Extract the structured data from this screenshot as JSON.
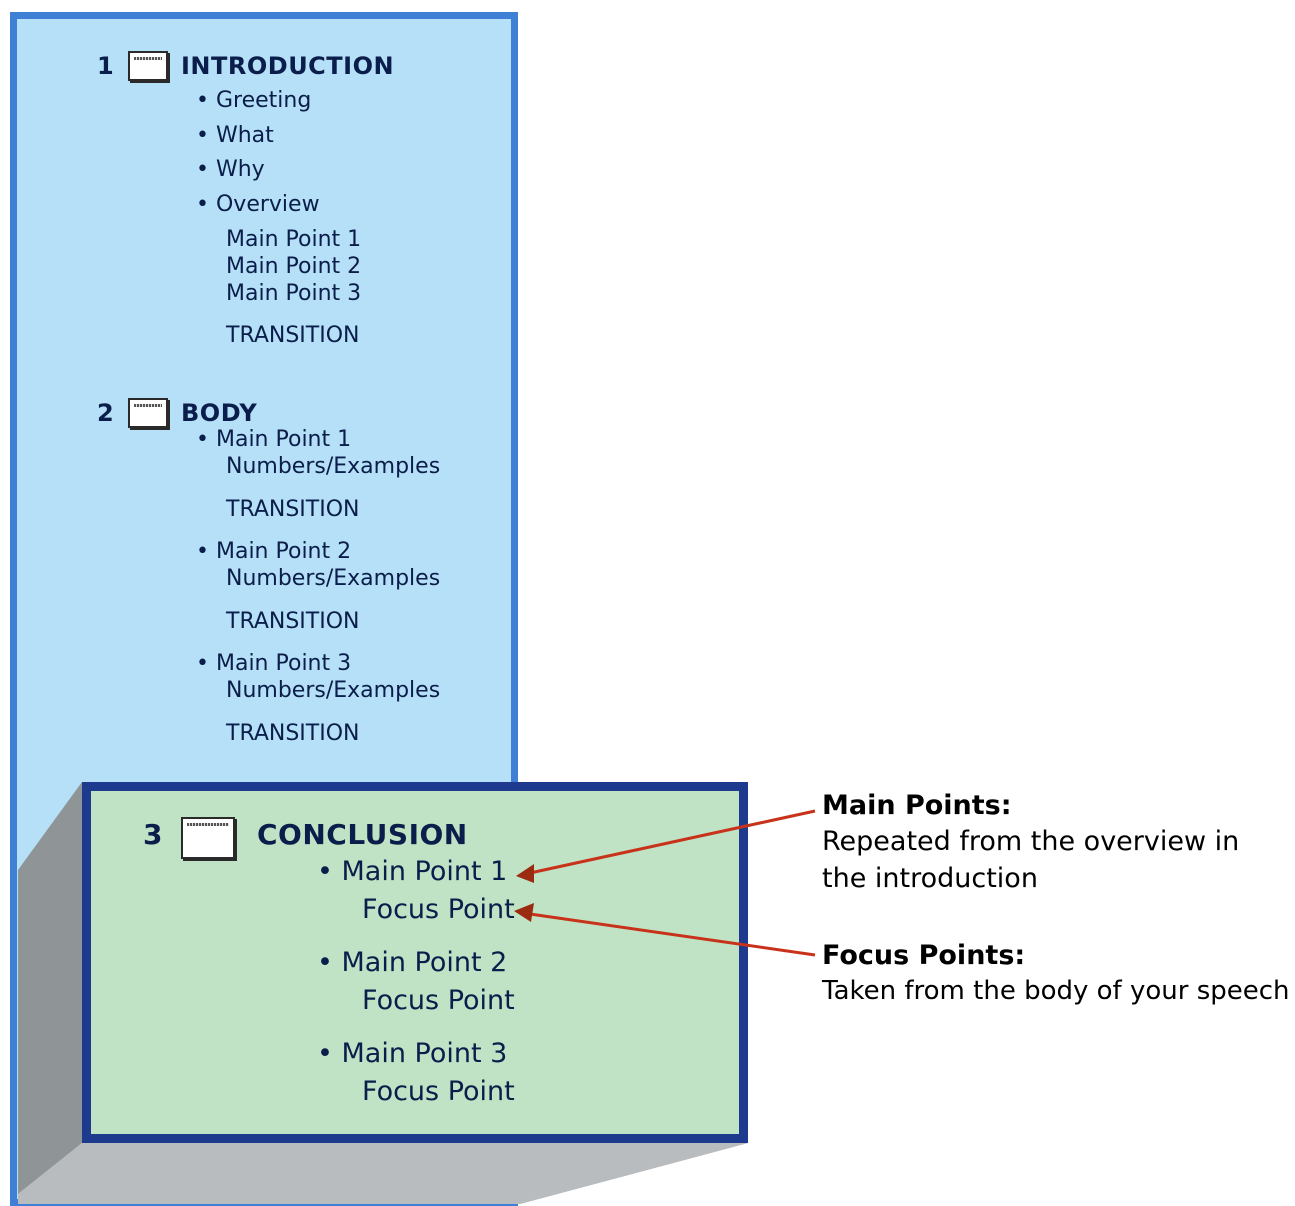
{
  "introduction": {
    "number": "1",
    "title": "INTRODUCTION",
    "bullets": [
      "Greeting",
      "What",
      "Why",
      "Overview"
    ],
    "overview_points": [
      "Main Point 1",
      "Main Point 2",
      "Main Point 3"
    ],
    "transition": "TRANSITION"
  },
  "body": {
    "number": "2",
    "title": "BODY",
    "points": [
      {
        "label": "Main Point 1",
        "sub": "Numbers/Examples",
        "transition": "TRANSITION"
      },
      {
        "label": "Main Point 2",
        "sub": "Numbers/Examples",
        "transition": "TRANSITION"
      },
      {
        "label": "Main Point 3",
        "sub": "Numbers/Examples",
        "transition": "TRANSITION"
      }
    ]
  },
  "conclusion": {
    "number": "3",
    "title": "CONCLUSION",
    "points": [
      {
        "label": "Main Point 1",
        "sub": "Focus Point"
      },
      {
        "label": "Main Point 2",
        "sub": "Focus Point"
      },
      {
        "label": "Main Point 3",
        "sub": "Focus Point"
      }
    ]
  },
  "notes": {
    "main_points": {
      "title": "Main Points:",
      "text": "Repeated from the overview in the introduction"
    },
    "focus_points": {
      "title": "Focus Points:",
      "text": "Taken from the body of your speech"
    }
  },
  "colors": {
    "panel_blue": "#b5e0f7",
    "panel_border": "#3f7fd6",
    "conclusion_green": "#bfe3c4",
    "conclusion_border": "#1e3a8f",
    "arrow": "#9a2a10"
  }
}
